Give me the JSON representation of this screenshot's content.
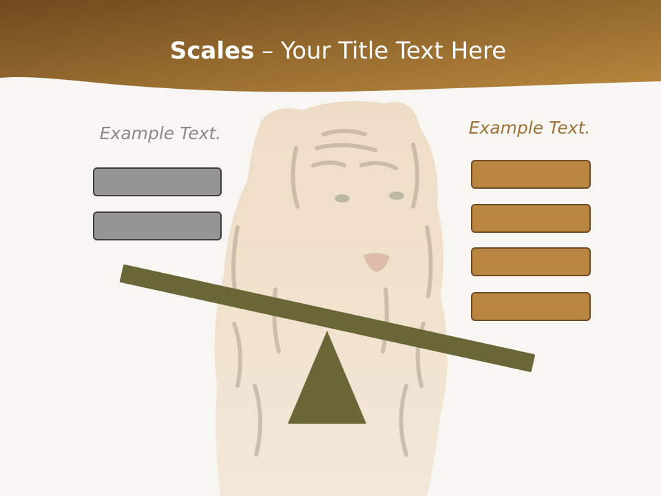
{
  "slide": {
    "title_bold": "Scales",
    "title_rest": " – Your Title Text Here",
    "left_caption": "Example Text.",
    "right_caption": "Example Text.",
    "left_bars": [
      {},
      {}
    ],
    "right_bars": [
      {},
      {},
      {},
      {}
    ]
  },
  "colors": {
    "header_dark": "#6e4a1e",
    "header_light": "#b9883e",
    "background": "#f8f6f2",
    "left_caption": "#8a8a8a",
    "right_caption": "#9c7438",
    "gray_bar_fill": "#959595",
    "gray_bar_border": "#3e3e3e",
    "brown_bar_fill": "#b98641",
    "brown_bar_border": "#6f4c20",
    "scale_color": "#6b6638"
  },
  "background_image": "tiger-photo"
}
